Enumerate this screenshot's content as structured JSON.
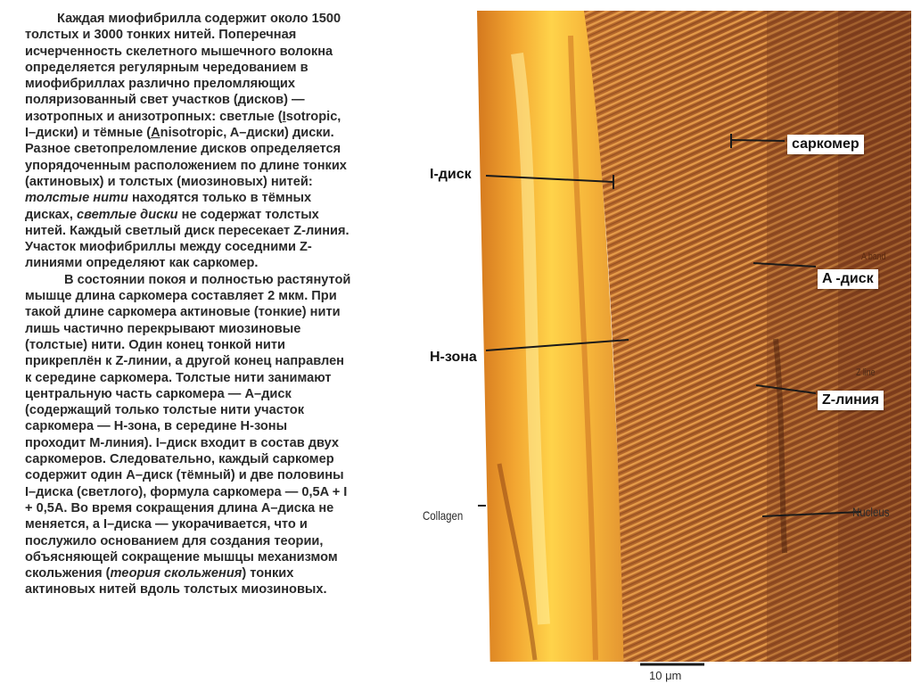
{
  "text": {
    "paragraph1_lines": [
      "Каждая миофибрилла содержит около 1500",
      "толстых и 3000 тонких нитей. Поперечная",
      "исчерченность скелетного мышечного волокна",
      "определяется регулярным чередованием в",
      "миофибриллах различно преломляющих",
      "поляризованный свет участков (дисков) —"
    ],
    "line7": {
      "a": "изотропных и анизотропных: светлые (",
      "b": "I",
      "c": "sotropic,"
    },
    "line8": {
      "a": "I–диски) и тёмные (",
      "b": "A",
      "c": "nisotropic, A–диски) диски."
    },
    "lines_9_12": [
      "Разное светопреломление дисков определяется",
      "упорядоченным расположением по длине тонких",
      "(актиновых) и толстых (миозиновых) нитей:"
    ],
    "line12": {
      "a_italic": "толстые нити",
      "b": " находятся только в тёмных"
    },
    "line13": {
      "a": "дисках, ",
      "b_italic": "светлые диски",
      "c": " не содержат толстых"
    },
    "paragraph1_tail": [
      "нитей. Каждый светлый диск пересекает Z-линия.",
      "Участок миофибриллы между соседними Z-",
      "линиями определяют как саркомер."
    ],
    "paragraph2_first": "В состоянии покоя и полностью растянутой",
    "paragraph2_lines": [
      "мышце длина саркомера составляет 2 мкм. При",
      "такой длине саркомера актиновые (тонкие) нити",
      "лишь частично перекрывают миозиновые",
      "(толстые) нити. Один конец тонкой нити",
      "прикреплён к Z-линии, а другой конец направлен",
      "к середине саркомера. Толстые нити занимают",
      "центральную часть саркомера — A–диск",
      "(содержащий только толстые нити участок",
      "саркомера — H-зона, в середине H-зоны",
      "проходит M-линия). I–диск входит в состав двух",
      "саркомеров. Следовательно, каждый саркомер",
      "содержит один A–диск (тёмный) и две половины",
      "I–диска (светлого), формула саркомера — 0,5A + I",
      "+ 0,5A. Во время сокращения длина A–диска не",
      "меняется, а I–диска — укорачивается, что и",
      "послужило основанием для создания теории,",
      "объясняющей сокращение мышцы механизмом"
    ],
    "last_line_a": "скольжения (",
    "last_line_b_italic": "теория скольжения",
    "last_line_c": ") тонких",
    "final_line": "актиновых нитей вдоль толстых миозиновых."
  },
  "labels": {
    "sarcomere": "саркомер",
    "i_disk": "I-диск",
    "a_disk": "A -диск",
    "h_zone": "H-зона",
    "z_line": "Z-линия"
  },
  "image_text": {
    "collagen": "Collagen",
    "nucleus": "Nucleus",
    "a_band": "A band",
    "z_line": "Z line",
    "scale": "10 μm"
  }
}
